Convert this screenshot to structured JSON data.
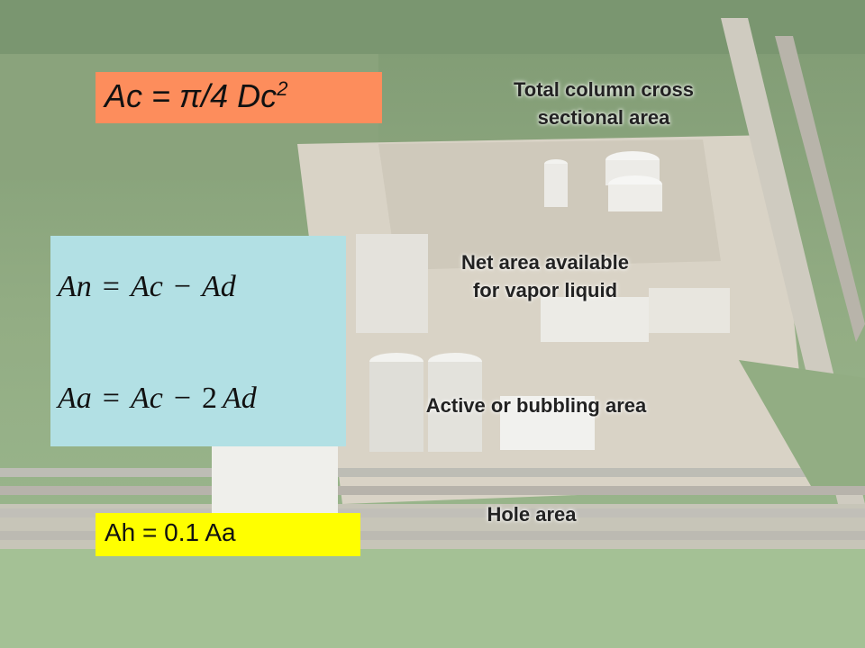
{
  "formulas": {
    "cross_section": {
      "lhs": "Ac = π/4 Dc",
      "exponent": "2"
    },
    "net_area": {
      "lhs": "An",
      "eq": "=",
      "t1": "Ac",
      "minus": "−",
      "t2": "Ad"
    },
    "active_area": {
      "lhs": "Aa",
      "eq": "=",
      "t1": "Ac",
      "minus": "−",
      "coef": "2",
      "t2": "Ad"
    },
    "hole_area": "Ah = 0.1 Aa"
  },
  "labels": {
    "total_line1": "Total column cross",
    "total_line2": "sectional area",
    "net_line1": "Net area available",
    "net_line2": "for vapor liquid",
    "active": "Active or bubbling area",
    "hole": "Hole area"
  },
  "colors": {
    "orange_box": "#fd8d5c",
    "blue_box": "#b2e0e4",
    "yellow_box": "#ffff00"
  }
}
